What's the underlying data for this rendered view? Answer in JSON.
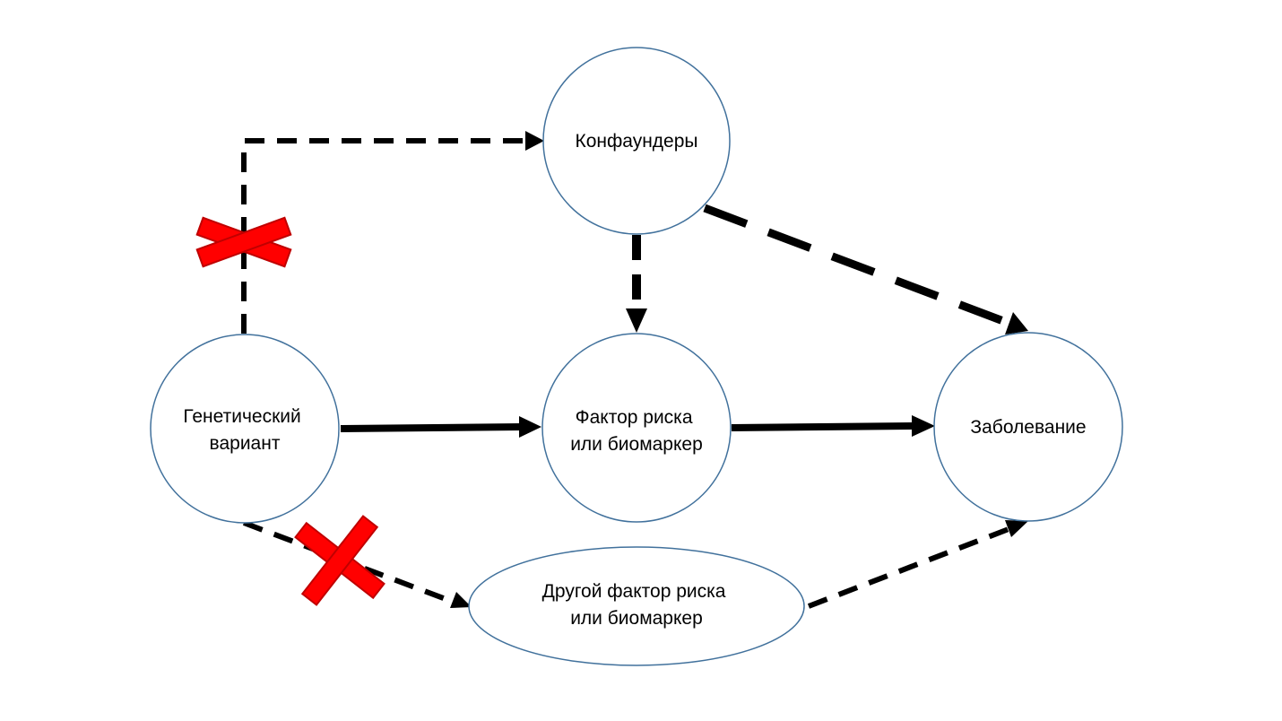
{
  "nodes": {
    "confounders": "Конфаундеры",
    "genetic_variant": [
      "Генетический",
      "вариант"
    ],
    "risk_factor": [
      "Фактор риска",
      "или биомаркер"
    ],
    "disease": "Заболевание",
    "other_risk_factor": [
      "Другой фактор риска",
      "или биомаркер"
    ]
  },
  "colors": {
    "node_border": "#41719c",
    "arrow": "#000000",
    "cross_fill": "#ff0000",
    "cross_stroke": "#c00000"
  }
}
